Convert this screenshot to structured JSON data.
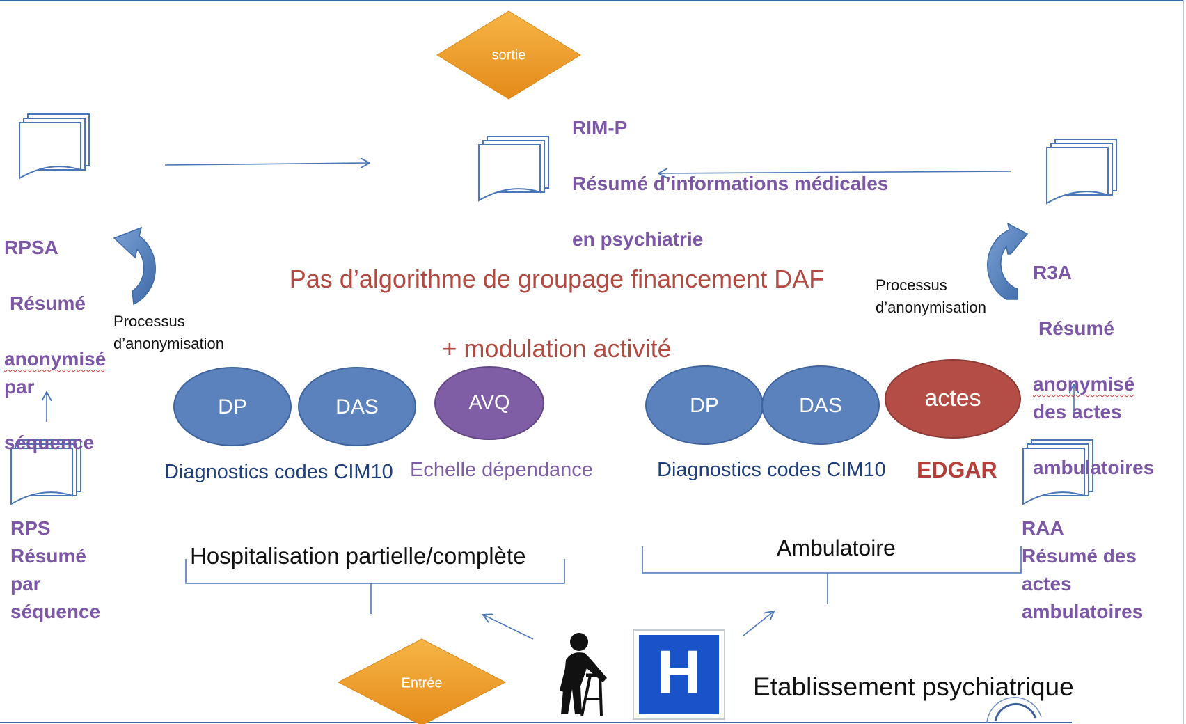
{
  "colors": {
    "purple_text": "#7b57a6",
    "headline": "#b24a42",
    "blue_ellipse": "#5b82bd",
    "purple_ellipse": "#7f5ea6",
    "red_ellipse": "#b44d46",
    "diamond_orange": "#f0a030",
    "hospital_blue": "#1a52c9",
    "edgar_red": "#b33e3a"
  },
  "exit_diamond": {
    "label": "sortie"
  },
  "entry_diamond": {
    "label": "Entrée"
  },
  "rimp": {
    "line1": "RIM-P",
    "line2": "Résumé d’informations médicales",
    "line3": "en psychiatrie"
  },
  "rpsa": {
    "code": "RPSA",
    "line1": "Résumé",
    "word_anon": "anonymisé",
    "line3": "par",
    "line4": "séquence"
  },
  "r3a": {
    "code": "R3A",
    "line1": "Résumé",
    "word_anon": "anonymisé",
    "line3": "des actes",
    "line4": "ambulatoires"
  },
  "rps": {
    "text": "RPS\nRésumé\npar\nséquence"
  },
  "raa": {
    "text": "RAA\nRésumé des\nactes\nambulatoires"
  },
  "headline": {
    "line1": "Pas d’algorithme de groupage financement DAF",
    "line2": "+ modulation activité"
  },
  "anonymisation_left": {
    "text": "Processus\nd’anonymisation"
  },
  "anonymisation_right": {
    "text": "Processus\nd’anonymisation"
  },
  "left_ellipses": [
    {
      "label": "DP",
      "color": "#5b82bd"
    },
    {
      "label": "DAS",
      "color": "#5b82bd"
    },
    {
      "label": "AVQ",
      "color": "#7f5ea6"
    }
  ],
  "right_ellipses": [
    {
      "label": "DP",
      "color": "#5b82bd"
    },
    {
      "label": "DAS",
      "color": "#5b82bd"
    },
    {
      "label": "actes",
      "color": "#b44d46"
    }
  ],
  "captions": {
    "left_diag": "Diagnostics codes CIM10",
    "left_scale": "Echelle dépendance",
    "right_diag": "Diagnostics codes CIM10",
    "edgar": "EDGAR"
  },
  "hospitalisation": {
    "label": "Hospitalisation partielle/complète"
  },
  "ambulatoire": {
    "label": "Ambulatoire"
  },
  "hospital_sign": {
    "letter": "H"
  },
  "establishment": {
    "label": "Etablissement psychiatrique"
  }
}
